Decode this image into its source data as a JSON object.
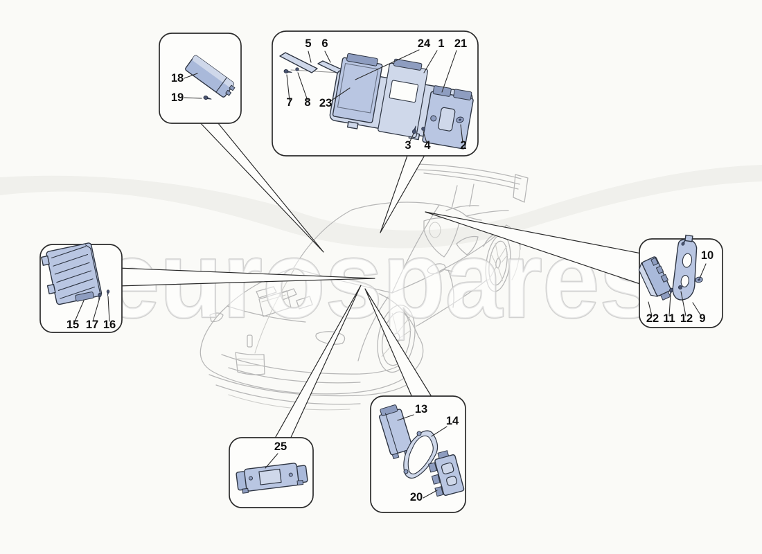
{
  "page": {
    "background": "#fafaf7",
    "watermark": "eurospares",
    "description": "Exploded parts diagram of vehicle electronic control units (ECUs) with numbered callouts around a line-art sports car"
  },
  "colors": {
    "module_fill": "#b9c6e2",
    "module_fill_light": "#cfd8ea",
    "module_fill_mid": "#a9b9da",
    "module_fill_dark": "#8e9dc0",
    "part_outline": "#2e3542",
    "box_border": "#2a2a2a",
    "car_line": "#b6b6b6",
    "watermark_stroke": "#c7c7c5",
    "callout_text": "#101010"
  },
  "callout_boxes": [
    {
      "id": "ecu-bracket-assembly",
      "callouts": [
        "5",
        "6",
        "24",
        "1",
        "21",
        "7",
        "8",
        "23",
        "3",
        "4",
        "2"
      ]
    },
    {
      "id": "module-top-left",
      "callouts": [
        "18",
        "19"
      ]
    },
    {
      "id": "module-left",
      "callouts": [
        "15",
        "17",
        "16"
      ]
    },
    {
      "id": "module-right",
      "callouts": [
        "10",
        "22",
        "11",
        "12",
        "9"
      ]
    },
    {
      "id": "module-bottom-center",
      "callouts": [
        "25"
      ]
    },
    {
      "id": "modules-bottom-right",
      "callouts": [
        "13",
        "14",
        "20"
      ]
    }
  ]
}
